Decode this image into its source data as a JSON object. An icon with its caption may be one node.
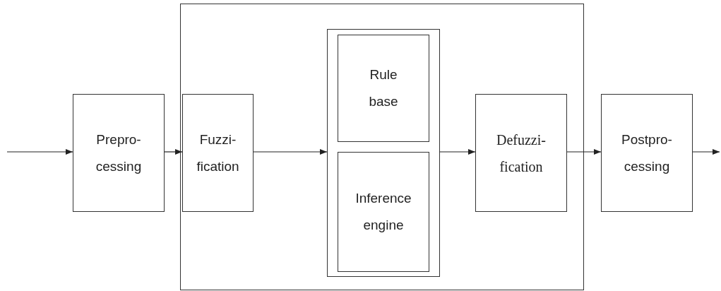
{
  "diagram": {
    "nodes": [
      {
        "text": [
          "Prepro- cessing"
        ]
      },
      {
        "text": [],
        "shape": "box"
      },
      {
        "text": [
          "Fuzzi- fication"
        ],
        "in": 1
      },
      {
        "text": [],
        "shape": "box",
        "in": 1
      },
      {
        "text": [
          "Rule base"
        ],
        "in": 3
      },
      {
        "text": [
          "Inference engine"
        ],
        "in": 3
      },
      {
        "text": [
          "Defuzzi- fication"
        ],
        "in": 1
      },
      {
        "text": [
          "Postpro- cessing"
        ]
      }
    ],
    "edges": [
      {
        "from": null,
        "to": 0,
        "arrow": "to"
      },
      {
        "from": 0,
        "to": 2,
        "arrow": "to"
      },
      {
        "from": 2,
        "to": 3,
        "arrow": "to"
      },
      {
        "from": 3,
        "to": 6,
        "arrow": "to"
      },
      {
        "from": 6,
        "to": 7,
        "arrow": "to"
      },
      {
        "from": 7,
        "to": null,
        "arrow": "to"
      }
    ]
  }
}
